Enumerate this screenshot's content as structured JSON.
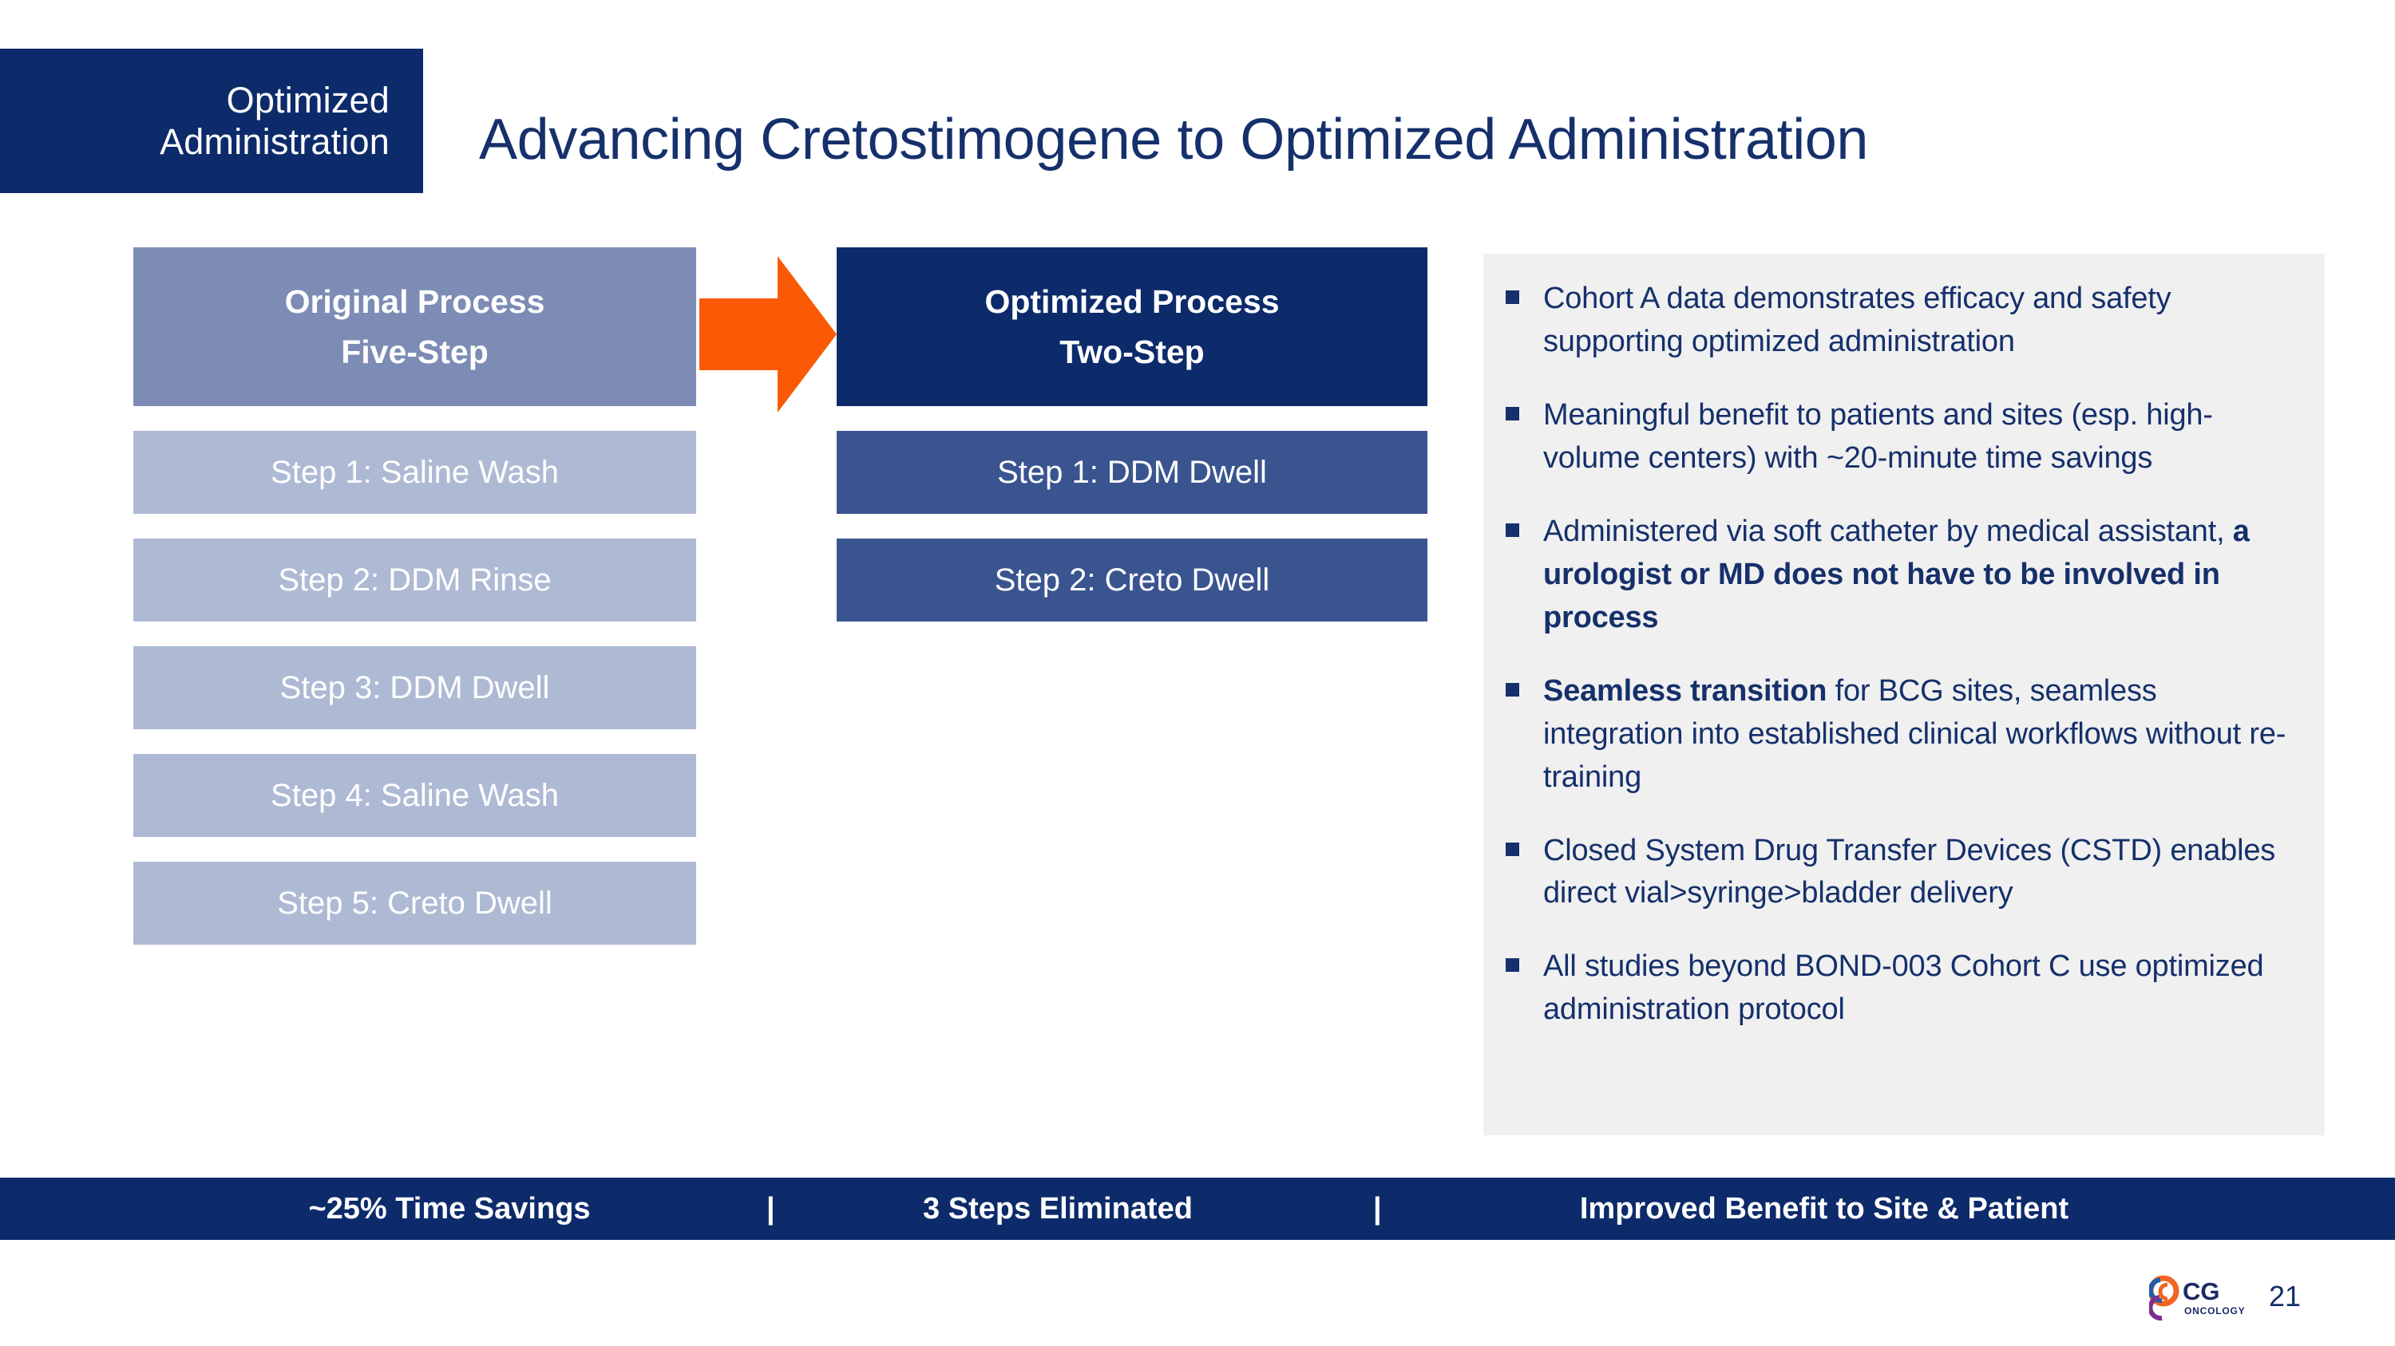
{
  "corner_tag": {
    "line1": "Optimized",
    "line2": "Administration",
    "bg_color": "#0d2b6b"
  },
  "title": "Advancing Cretostimogene to Optimized Administration",
  "flow": {
    "arrow_icon": "right-arrow-icon",
    "arrow_color": "#fa5a05",
    "columns": [
      {
        "id": "original",
        "header_line1": "Original Process",
        "header_line2": "Five-Step",
        "header_color": "#7c8cb4",
        "step_color": "#aebad4",
        "steps": [
          "Step 1: Saline Wash",
          "Step 2: DDM Rinse",
          "Step 3: DDM Dwell",
          "Step 4: Saline Wash",
          "Step 5: Creto Dwell"
        ]
      },
      {
        "id": "optimized",
        "header_line1": "Optimized Process",
        "header_line2": "Two-Step",
        "header_color": "#0d2b6b",
        "step_color": "#3a5490",
        "steps": [
          "Step 1: DDM Dwell",
          "Step 2: Creto Dwell"
        ]
      }
    ]
  },
  "notes": {
    "panel_color": "#f0f0f0",
    "text_color": "#15306b",
    "items": [
      {
        "parts": [
          {
            "text": "Cohort A data demonstrates efficacy and safety supporting optimized administration",
            "bold": false
          }
        ]
      },
      {
        "parts": [
          {
            "text": "Meaningful benefit to patients and sites (esp. high-volume centers) with ~20-minute time savings",
            "bold": false
          }
        ]
      },
      {
        "parts": [
          {
            "text": "Administered via soft catheter by medical assistant, ",
            "bold": false
          },
          {
            "text": "a urologist or MD does not have to be involved in process",
            "bold": true
          }
        ]
      },
      {
        "parts": [
          {
            "text": "Seamless transition",
            "bold": true
          },
          {
            "text": " for BCG sites, seamless integration into established clinical workflows without re-training",
            "bold": false
          }
        ]
      },
      {
        "parts": [
          {
            "text": "Closed System Drug Transfer Devices (CSTD) enables direct vial>syringe>bladder delivery",
            "bold": false
          }
        ]
      },
      {
        "parts": [
          {
            "text": "All studies beyond BOND-003 Cohort C use optimized administration protocol",
            "bold": false
          }
        ]
      }
    ]
  },
  "banner": {
    "bg_color": "#0d2b6b",
    "items": [
      "~25% Time Savings",
      "3 Steps Eliminated",
      "Improved Benefit to Site & Patient"
    ],
    "separator": "|"
  },
  "footer": {
    "logo_name": "cg-oncology-logo",
    "logo_text": "CG",
    "logo_subtext": "ONCOLOGY",
    "page_number": "21"
  }
}
